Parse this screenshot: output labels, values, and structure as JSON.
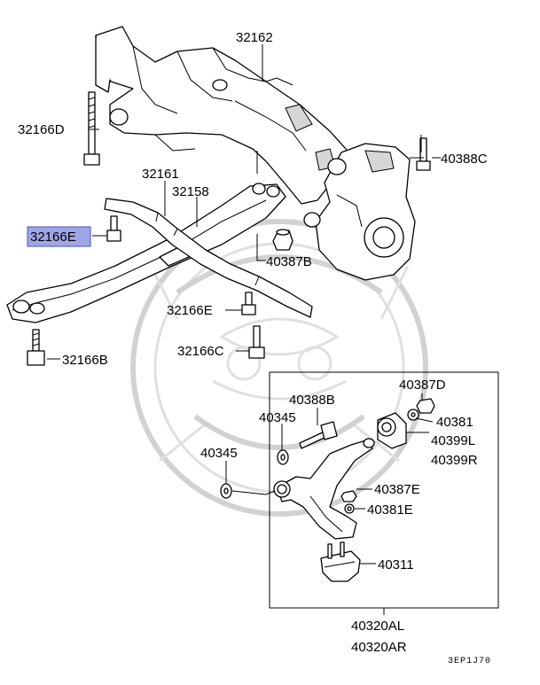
{
  "labels": {
    "l32162": "32162",
    "l32166D": "32166D",
    "l40388C": "40388C",
    "l32161": "32161",
    "l32158": "32158",
    "l32166E_hl": "32166E",
    "l40387B": "40387B",
    "l32166E": "32166E",
    "l32166C": "32166C",
    "l32166B": "32166B",
    "l40387D": "40387D",
    "l40388B": "40388B",
    "l40381": "40381",
    "l40345a": "40345",
    "l40399L": "40399L",
    "l40399R": "40399R",
    "l40345b": "40345",
    "l40387E": "40387E",
    "l40381E": "40381E",
    "l40311": "40311",
    "l40320AL": "40320AL",
    "l40320AR": "40320AR"
  },
  "diagram_code": "3EP1J70",
  "colors": {
    "highlight": "#9fa6e6",
    "watermark": "#d2d2d2"
  }
}
